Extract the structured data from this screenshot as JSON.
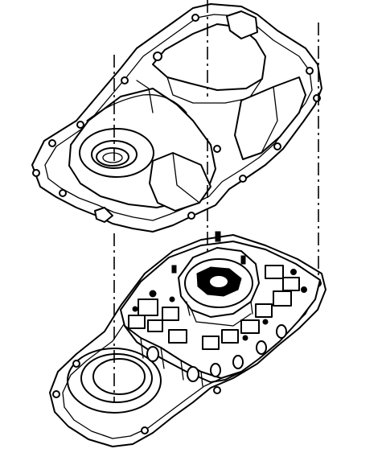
{
  "figure": {
    "kind": "exploded-view line drawing",
    "colors": {
      "ink": "#000000",
      "paper": "#ffffff"
    },
    "parts": [
      "cover-pan",
      "valve-body"
    ]
  }
}
